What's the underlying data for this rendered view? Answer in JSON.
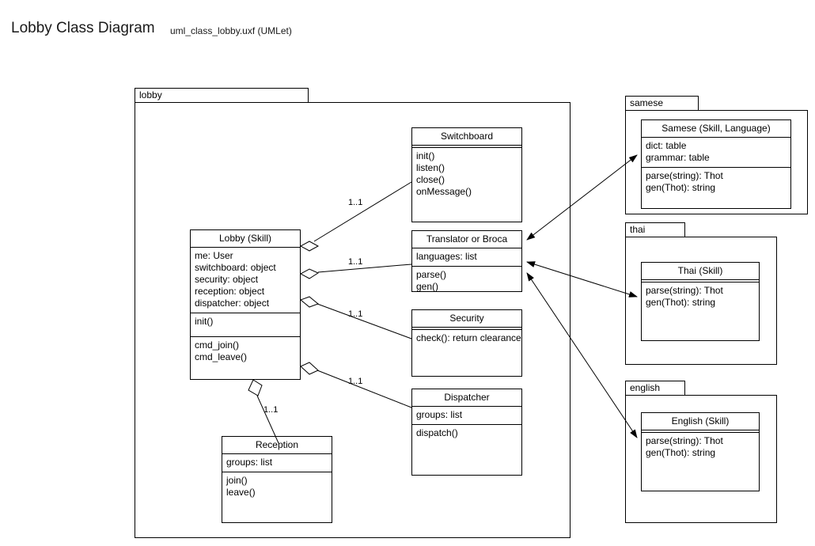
{
  "header": {
    "title": "Lobby Class Diagram",
    "subtitle": "uml_class_lobby.uxf (UMLet)"
  },
  "packages": [
    {
      "name": "lobby",
      "label": "lobby"
    },
    {
      "name": "samese",
      "label": "samese"
    },
    {
      "name": "thai",
      "label": "thai"
    },
    {
      "name": "english",
      "label": "english"
    }
  ],
  "classes": {
    "lobby": {
      "title": "Lobby (Skill)",
      "attributes": [
        "me: User",
        "switchboard: object",
        "security: object",
        "reception: object",
        "dispatcher: object"
      ],
      "operations1": [
        "init()"
      ],
      "operations2": [
        "cmd_join()",
        "cmd_leave()"
      ]
    },
    "switchboard": {
      "title": "Switchboard",
      "operations": [
        "init()",
        "listen()",
        "close()",
        "onMessage()"
      ]
    },
    "translator": {
      "title": "Translator or Broca",
      "attributes": [
        "languages: list"
      ],
      "operations": [
        "parse()",
        "gen()"
      ]
    },
    "security": {
      "title": "Security",
      "operations": [
        "check(): return clearance"
      ]
    },
    "dispatcher": {
      "title": "Dispatcher",
      "attributes": [
        "groups: list"
      ],
      "operations": [
        "dispatch()"
      ]
    },
    "reception": {
      "title": "Reception",
      "attributes": [
        "groups: list"
      ],
      "operations": [
        "join()",
        "leave()"
      ]
    },
    "samese": {
      "title": "Samese (Skill, Language)",
      "attributes": [
        "dict: table",
        "grammar: table"
      ],
      "operations": [
        "parse(string): Thot",
        "gen(Thot): string"
      ]
    },
    "thai": {
      "title": "Thai (Skill)",
      "operations": [
        "parse(string): Thot",
        "gen(Thot): string"
      ]
    },
    "english": {
      "title": "English (Skill)",
      "operations": [
        "parse(string): Thot",
        "gen(Thot): string"
      ]
    }
  },
  "relations": [
    {
      "from": "lobby",
      "to": "switchboard",
      "type": "aggregation",
      "multiplicity": "1..1"
    },
    {
      "from": "lobby",
      "to": "translator",
      "type": "aggregation",
      "multiplicity": "1..1"
    },
    {
      "from": "lobby",
      "to": "security",
      "type": "aggregation",
      "multiplicity": "1..1"
    },
    {
      "from": "lobby",
      "to": "dispatcher",
      "type": "aggregation",
      "multiplicity": "1..1"
    },
    {
      "from": "lobby",
      "to": "reception",
      "type": "aggregation",
      "multiplicity": "1..1"
    },
    {
      "from": "translator",
      "to": "samese",
      "type": "bidirectional",
      "multiplicity": ""
    },
    {
      "from": "translator",
      "to": "thai",
      "type": "bidirectional",
      "multiplicity": ""
    },
    {
      "from": "translator",
      "to": "english",
      "type": "bidirectional",
      "multiplicity": ""
    }
  ],
  "multiplicity_labels": [
    {
      "name": "mult-switchboard",
      "text": "1..1"
    },
    {
      "name": "mult-translator",
      "text": "1..1"
    },
    {
      "name": "mult-security",
      "text": "1..1"
    },
    {
      "name": "mult-dispatcher",
      "text": "1..1"
    },
    {
      "name": "mult-reception",
      "text": "1..1"
    }
  ],
  "colors": {
    "line": "#000000",
    "background": "#ffffff",
    "text": "#1a1a1a"
  }
}
